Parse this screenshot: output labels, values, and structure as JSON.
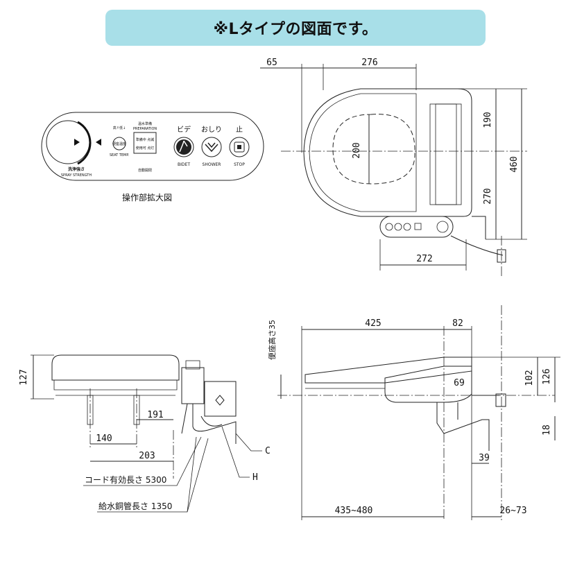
{
  "banner": {
    "title": "※Lタイプの図面です。"
  },
  "panel": {
    "caption": "操作部拡大図",
    "spray_label_jp": "洗浄強さ",
    "spray_label_en": "SPRAY STRENGTH",
    "seat_temp_top": "高↑低↓",
    "seat_temp_jp": "便座温度",
    "seat_temp_en": "SEAT TEMP.",
    "prep_jp": "温水準備",
    "prep_en": "PREPARATION",
    "prep_line1": "準備中 点滅",
    "prep_line2": "使用可 点灯",
    "switch_label": "自動開閉",
    "bidet_jp": "ビデ",
    "bidet_en": "BIDET",
    "shower_jp": "おしり",
    "shower_en": "SHOWER",
    "stop_jp": "止",
    "stop_en": "STOP"
  },
  "dims": {
    "top_65": "65",
    "top_276": "276",
    "top_200": "200",
    "top_190": "190",
    "top_460": "460",
    "top_270": "270",
    "top_272": "272",
    "side_425": "425",
    "side_82": "82",
    "side_35": "便座高さ35",
    "side_126": "126",
    "side_102": "102",
    "side_69": "69",
    "side_18": "18",
    "side_39": "39",
    "side_435": "435~480",
    "side_26": "26~73",
    "front_127": "127",
    "front_191": "191",
    "front_140": "140",
    "front_203": "203",
    "label_C": "C",
    "label_H": "H",
    "cord": "コード有効長さ 5300",
    "pipe": "給水銅管長さ 1350"
  }
}
